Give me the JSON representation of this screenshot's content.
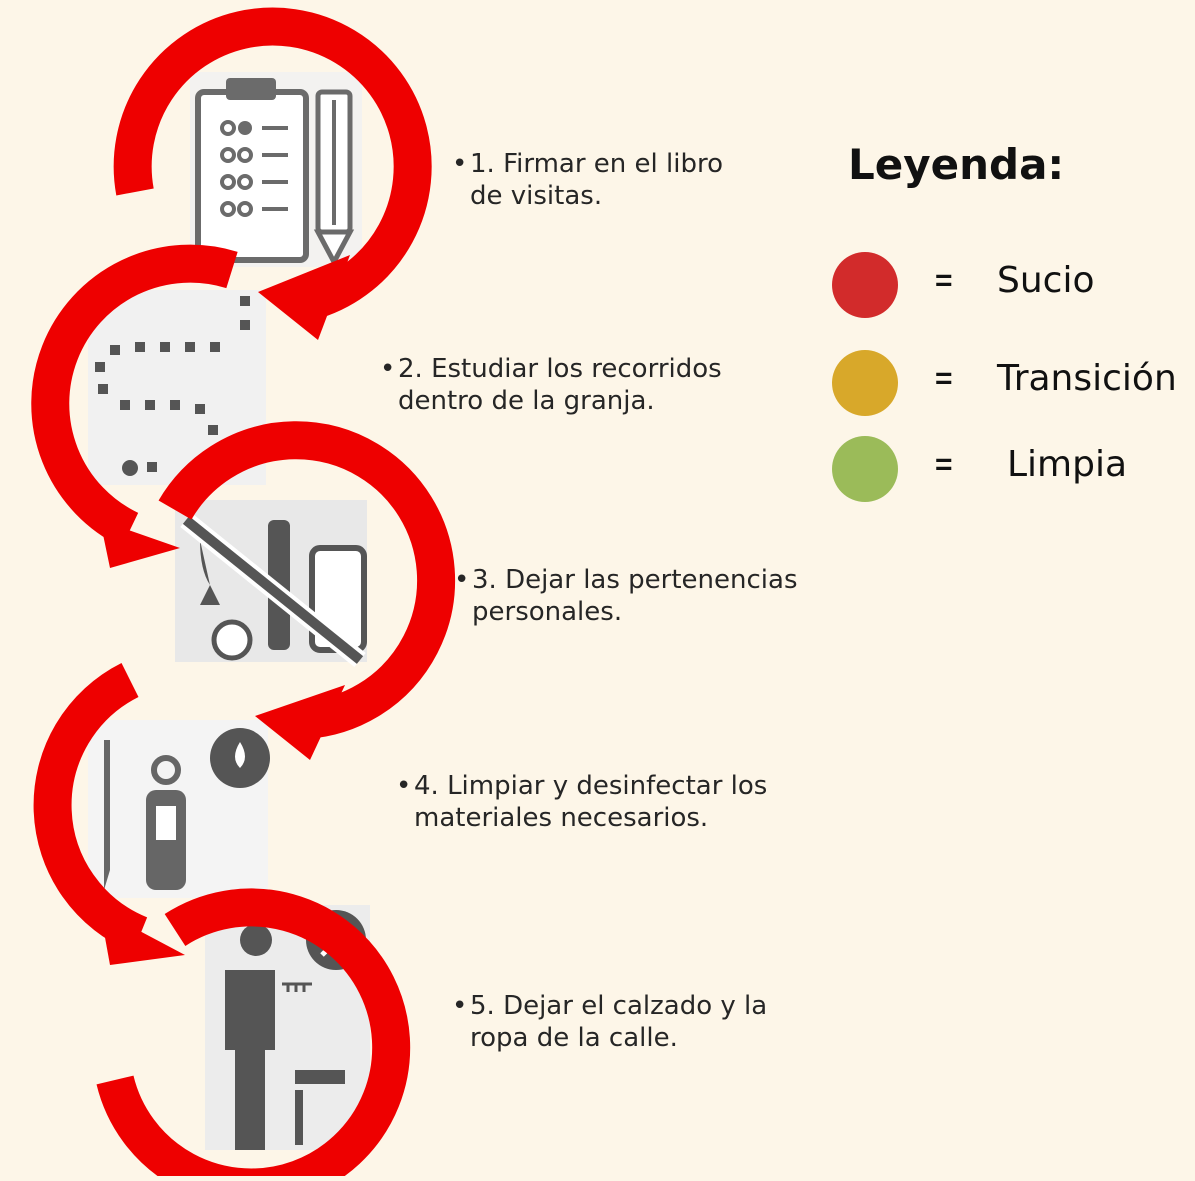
{
  "steps": [
    {
      "number_text": "1. Firmar en el libro",
      "line2": "de visitas.",
      "icon": "clipboard-checklist-icon"
    },
    {
      "number_text": "2. Estudiar los recorridos",
      "line2": "dentro de la granja.",
      "icon": "dotted-path-icon"
    },
    {
      "number_text": "3. Dejar las pertenencias",
      "line2": "personales.",
      "icon": "no-personal-items-icon"
    },
    {
      "number_text": "4. Limpiar y desinfectar los",
      "line2": "materiales necesarios.",
      "icon": "disinfect-materials-icon"
    },
    {
      "number_text": "5. Dejar el calzado y la",
      "line2": "ropa de la calle.",
      "icon": "change-clothes-icon"
    }
  ],
  "bullet": "•",
  "legend": {
    "title": "Leyenda:",
    "equals": "=",
    "items": [
      {
        "label": "Sucio",
        "color": "#d22b2b"
      },
      {
        "label": "Transición",
        "color": "#d8a82a"
      },
      {
        "label": "Limpia",
        "color": "#9bbb59"
      }
    ]
  },
  "colors": {
    "arrow": "#ee0000",
    "background": "#fdf6e8",
    "icon_gray": "#6b6b6b"
  }
}
